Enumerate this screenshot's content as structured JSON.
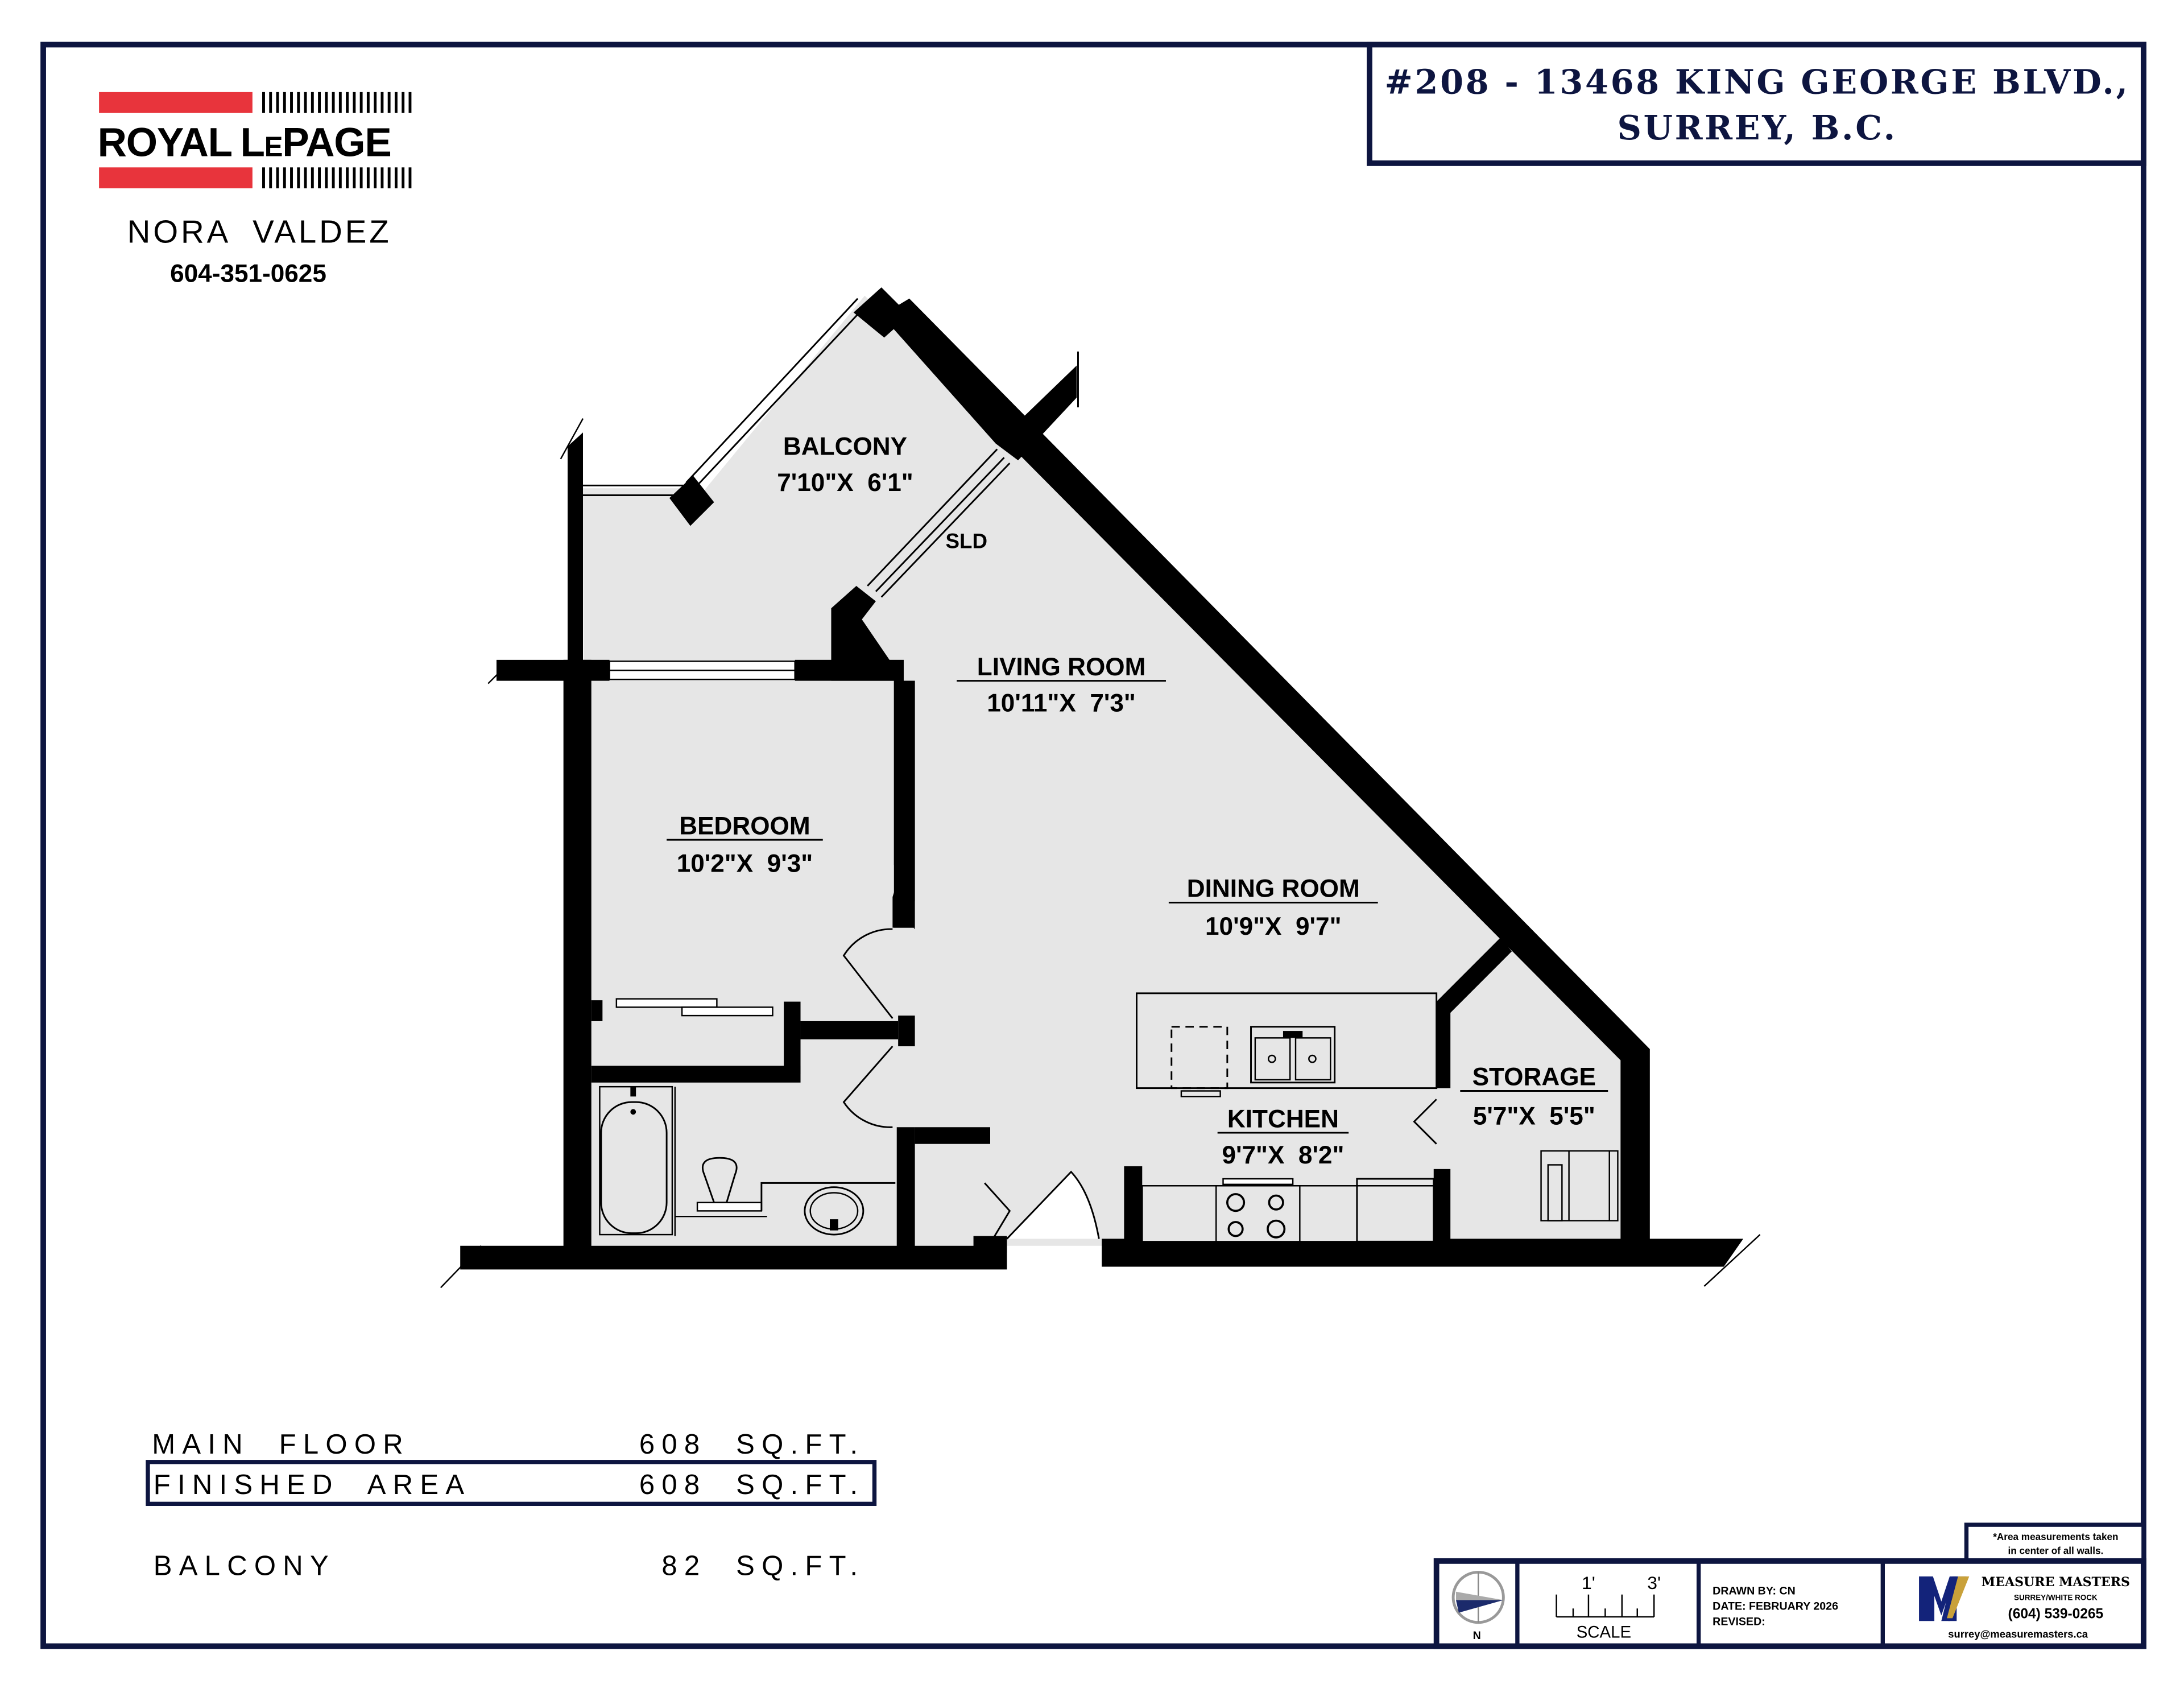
{
  "header": {
    "address_line1": "#208 - 13468 KING GEORGE BLVD.,",
    "address_line2": "SURREY, B.C."
  },
  "brand": {
    "logo_text_royal": "ROYAL",
    "logo_text_lepage_L": "L",
    "logo_text_lepage_e": "E",
    "logo_text_lepage_rest": "PAGE",
    "agent_name": "NORA  VALDEZ",
    "agent_phone": "604-351-0625",
    "colors": {
      "red": "#e8343c",
      "navy": "#0d1540"
    }
  },
  "rooms": [
    {
      "name": "BALCONY",
      "dims": "7'10\"X  6'1\""
    },
    {
      "name": "LIVING ROOM",
      "dims": "10'11\"X  7'3\""
    },
    {
      "name": "BEDROOM",
      "dims": "10'2\"X  9'3\""
    },
    {
      "name": "DINING ROOM",
      "dims": "10'9\"X  9'7\""
    },
    {
      "name": "KITCHEN",
      "dims": "9'7\"X  8'2\""
    },
    {
      "name": "STORAGE",
      "dims": "5'7\"X  5'5\""
    }
  ],
  "door_labels": {
    "sliding_door": "SLD"
  },
  "areas": [
    {
      "label": "MAIN  FLOOR",
      "value": "608  SQ.FT."
    },
    {
      "label": "FINISHED  AREA",
      "value": "608  SQ.FT."
    },
    {
      "label": "BALCONY",
      "value": "82  SQ.FT."
    }
  ],
  "footer": {
    "note_line1": "*Area measurements taken",
    "note_line2": "in center of all walls.",
    "compass_label": "N",
    "scale_tick_1": "1'",
    "scale_tick_3": "3'",
    "scale_label": "SCALE",
    "drawn_by": "DRAWN BY: CN",
    "date": "DATE: FEBRUARY 2026",
    "revised": "REVISED:",
    "company_name": "MEASURE MASTERS",
    "company_region": "SURREY/WHITE ROCK",
    "company_phone": "(604) 539-0265",
    "company_email": "surrey@measuremasters.ca",
    "colors": {
      "logo_navy": "#13237a",
      "logo_gold": "#c9a13a"
    }
  }
}
